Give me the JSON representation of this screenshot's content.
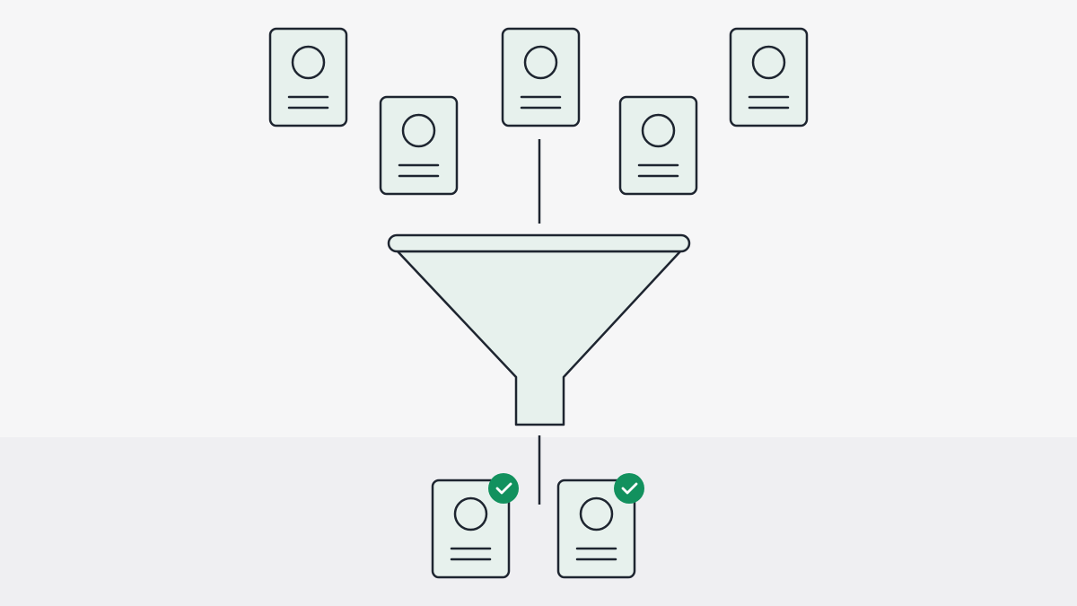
{
  "colors": {
    "background_top": "#f6f6f7",
    "background_bottom": "#efeff2",
    "stroke": "#1e2530",
    "card_fill": "#e7f1ed",
    "funnel_fill": "#e7f1ed",
    "check_badge": "#12915e",
    "check_mark": "#ffffff"
  },
  "input_profiles": [
    {
      "name": "profile-card"
    },
    {
      "name": "profile-card"
    },
    {
      "name": "profile-card"
    },
    {
      "name": "profile-card"
    },
    {
      "name": "profile-card"
    }
  ],
  "filter": {
    "icon": "funnel-icon"
  },
  "output_profiles": [
    {
      "name": "approved-profile-card",
      "approved": true,
      "badge_icon": "check-icon"
    },
    {
      "name": "approved-profile-card",
      "approved": true,
      "badge_icon": "check-icon"
    }
  ]
}
